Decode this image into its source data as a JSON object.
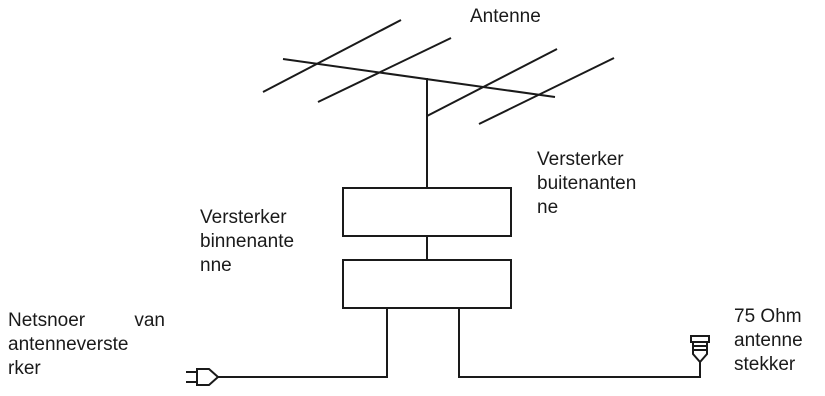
{
  "labels": {
    "antenna": "Antenne",
    "outdoor_amplifier": [
      "Versterker",
      "buitenanten",
      "ne"
    ],
    "indoor_amplifier": [
      "Versterker",
      "binnenante",
      "nne"
    ],
    "power_cord": [
      "Netsnoer van",
      "antenneverste",
      "rker"
    ],
    "antenna_plug": [
      "75 Ohm",
      "antenne",
      "stekker"
    ]
  },
  "colors": {
    "stroke": "#1a1a1a",
    "background": "#ffffff"
  },
  "icons": {
    "power_plug": "power-plug-icon",
    "coax_connector": "coax-connector-icon"
  }
}
